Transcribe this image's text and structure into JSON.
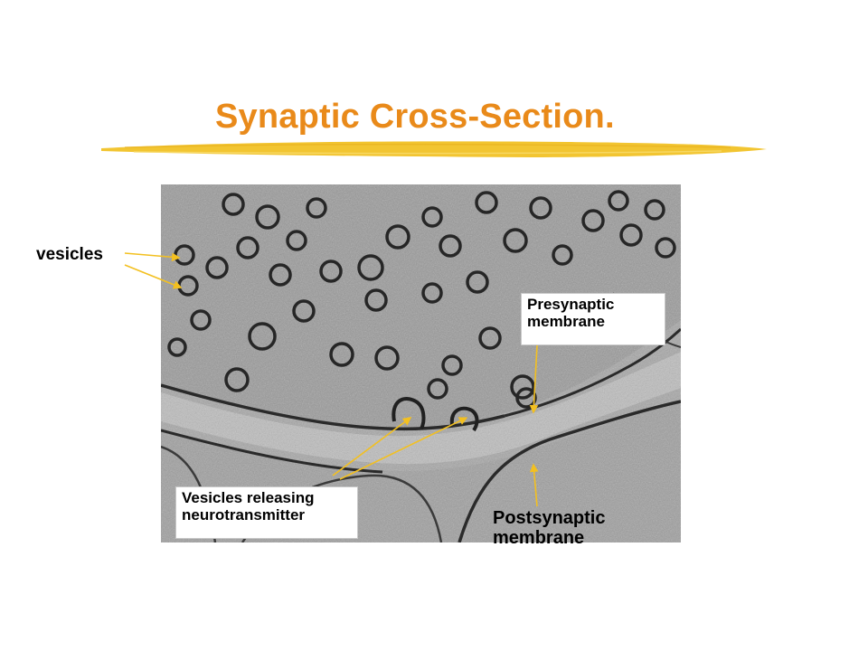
{
  "title": "Synaptic Cross-Section.",
  "colors": {
    "title": "#e98a1a",
    "underline": "#f2c531",
    "arrow": "#f3c020"
  },
  "labels": {
    "vesicles": "vesicles",
    "presynaptic": {
      "line1": "Presynaptic",
      "line2": "membrane"
    },
    "releasing": {
      "line1": "Vesicles releasing",
      "line2": "neurotransmitter"
    },
    "postsynaptic": {
      "line1": "Postsynaptic",
      "line2": "membrane"
    }
  }
}
